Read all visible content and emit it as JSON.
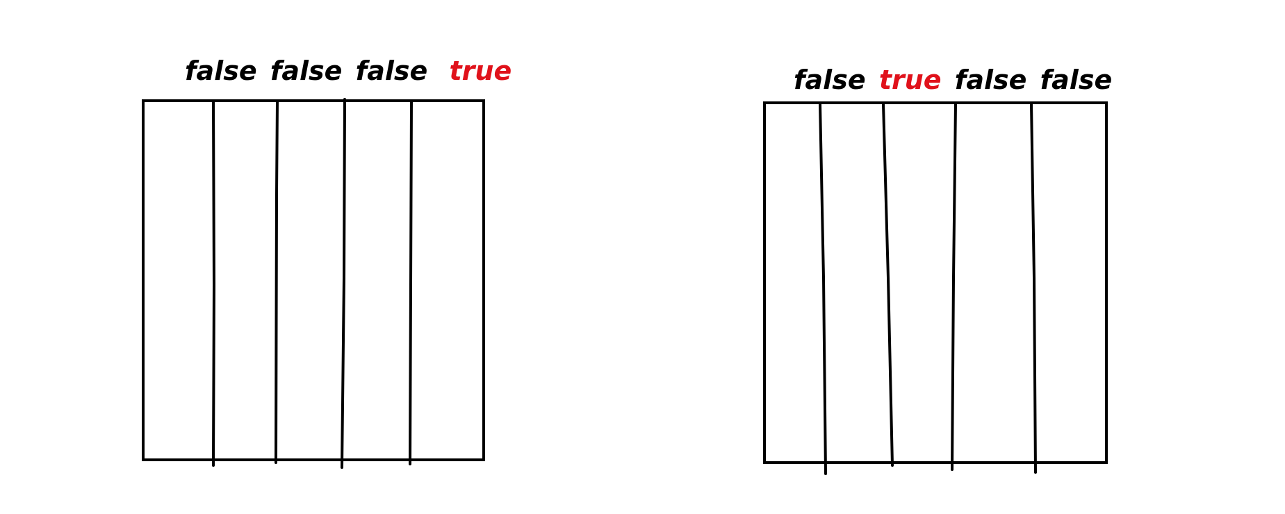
{
  "colors": {
    "false_text": "#000000",
    "true_text": "#e0121b",
    "stroke": "#000000",
    "background": "#ffffff"
  },
  "diagrams": [
    {
      "words": [
        {
          "text": "false",
          "value": false
        },
        {
          "text": "false",
          "value": false
        },
        {
          "text": "false",
          "value": false
        },
        {
          "text": "true",
          "value": true
        }
      ]
    },
    {
      "words": [
        {
          "text": "false",
          "value": false
        },
        {
          "text": "true",
          "value": true
        },
        {
          "text": "false",
          "value": false
        },
        {
          "text": "false",
          "value": false
        }
      ]
    }
  ]
}
